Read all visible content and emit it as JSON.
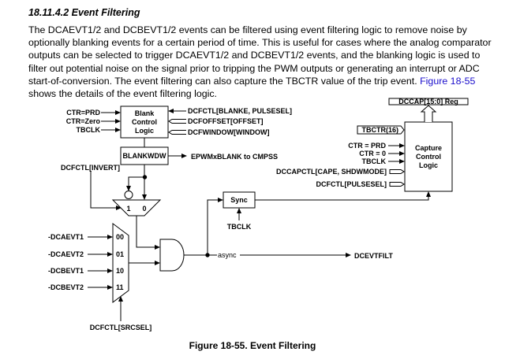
{
  "section": {
    "heading": "18.11.4.2 Event Filtering",
    "paragraph_before_link": "The DCAEVT1/2 and DCBEVT1/2 events can be filtered using event filtering logic to remove noise by optionally blanking events for a certain period of time. This is useful for cases where the analog comparator outputs can be selected to trigger DCAEVT1/2 and DCBEVT1/2 events, and the blanking logic is used to filter out potential noise on the signal prior to tripping the PWM outputs or generating an interrupt or ADC start-of-conversion. The event filtering can also capture the TBCTR value of the trip event. ",
    "link_text": "Figure 18-55",
    "paragraph_after_link": " shows the details of the event filtering logic."
  },
  "figure": {
    "caption": "Figure 18-55. Event Filtering",
    "blank_block": {
      "lines": [
        "Blank",
        "Control",
        "Logic"
      ],
      "inputs_left": [
        "CTR=PRD",
        "CTR=Zero",
        "TBCLK"
      ],
      "inputs_right": [
        "DCFCTL[BLANKE, PULSESEL]",
        "DCFOFFSET[OFFSET]",
        "DCFWINDOW[WINDOW]"
      ]
    },
    "blankwdw": {
      "label": "BLANKWDW",
      "output": "EPWMxBLANK to CMPSS"
    },
    "invert_mux": {
      "select": "DCFCTL[INVERT]",
      "in1": "1",
      "in0": "0"
    },
    "src_mux": {
      "inputs": [
        "-DCAEVT1",
        "-DCAEVT2",
        "-DCBEVT1",
        "-DCBEVT2"
      ],
      "codes": [
        "00",
        "01",
        "10",
        "11"
      ],
      "select": "DCFCTL[SRCSEL]"
    },
    "async_label": "async",
    "output_label": "DCEVTFILT",
    "sync": {
      "label": "Sync",
      "clock": "TBCLK"
    },
    "capture_block": {
      "lines": [
        "Capture",
        "Control",
        "Logic"
      ],
      "reg": "DCCAP[15:0] Reg",
      "bus_in": "TBCTR(16)",
      "inputs": [
        "CTR = PRD",
        "CTR = 0",
        "TBCLK"
      ],
      "bus_inputs": [
        "DCCAPCTL[CAPE, SHDWMODE]",
        "DCFCTL[PULSESEL]"
      ]
    }
  }
}
